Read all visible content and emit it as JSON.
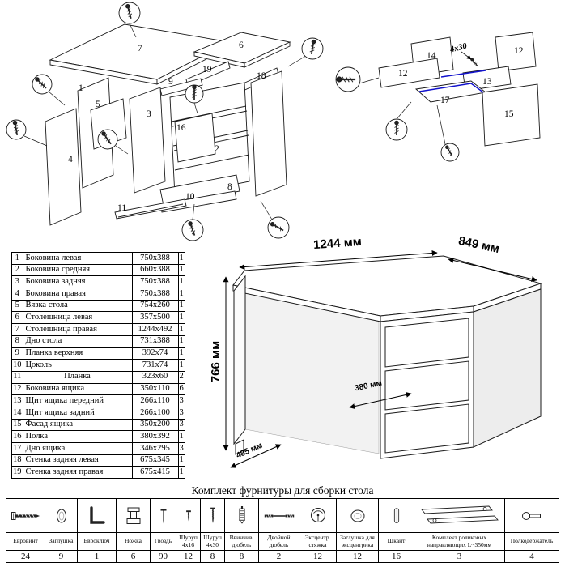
{
  "parts_table": {
    "rows": [
      {
        "num": "1",
        "name": "Боковина левая",
        "size": "750x388",
        "qty": "1"
      },
      {
        "num": "2",
        "name": "Боковина средняя",
        "size": "660x388",
        "qty": "1"
      },
      {
        "num": "3",
        "name": "Боковина задняя",
        "size": "750x388",
        "qty": "1"
      },
      {
        "num": "4",
        "name": "Боковина правая",
        "size": "750x388",
        "qty": "1"
      },
      {
        "num": "5",
        "name": "Вязка стола",
        "size": "754x260",
        "qty": "1"
      },
      {
        "num": "6",
        "name": "Столешница левая",
        "size": "357x500",
        "qty": "1"
      },
      {
        "num": "7",
        "name": "Столешница правая",
        "size": "1244x492",
        "qty": "1"
      },
      {
        "num": "8",
        "name": "Дно стола",
        "size": "731x388",
        "qty": "1"
      },
      {
        "num": "9",
        "name": "Планка верхняя",
        "size": "392x74",
        "qty": "1"
      },
      {
        "num": "10",
        "name": "Цоколь",
        "size": "731x74",
        "qty": "1"
      },
      {
        "num": "11",
        "name": "Планка",
        "size": "323x60",
        "qty": "2"
      },
      {
        "num": "12",
        "name": "Боковина ящика",
        "size": "350x110",
        "qty": "6"
      },
      {
        "num": "13",
        "name": "Щит ящика передний",
        "size": "266x110",
        "qty": "3"
      },
      {
        "num": "14",
        "name": "Щит ящика задний",
        "size": "266x100",
        "qty": "3"
      },
      {
        "num": "15",
        "name": "Фасад ящика",
        "size": "350x200",
        "qty": "3"
      },
      {
        "num": "16",
        "name": "Полка",
        "size": "380x392",
        "qty": "1"
      },
      {
        "num": "17",
        "name": "Дно ящика",
        "size": "346x295",
        "qty": "3"
      },
      {
        "num": "18",
        "name": "Стенка задняя левая",
        "size": "675x345",
        "qty": "1"
      },
      {
        "num": "19",
        "name": "Стенка задняя правая",
        "size": "675x415",
        "qty": "1"
      }
    ]
  },
  "desk_dimensions": {
    "width": "1244 мм",
    "depth": "849 мм",
    "height": "766 мм",
    "inner_depth": "380 мм",
    "left_depth": "485 мм"
  },
  "diagram": {
    "desk_labels": [
      "7",
      "6",
      "19",
      "18",
      "9",
      "1",
      "5",
      "3",
      "16",
      "2",
      "4",
      "8",
      "10",
      "11"
    ],
    "drawer_labels": [
      "14",
      "12",
      "12",
      "13",
      "17",
      "15"
    ],
    "screw_note": "4x30"
  },
  "hardware": {
    "title": "Комплект фурнитуры для сборки стола",
    "items": [
      {
        "label": "Евровинт",
        "qty": "24",
        "icon": "euroscrew-icon"
      },
      {
        "label": "Заглушка",
        "qty": "9",
        "icon": "cap-icon"
      },
      {
        "label": "Евроключ",
        "qty": "1",
        "icon": "hexkey-icon"
      },
      {
        "label": "Ножка",
        "qty": "6",
        "icon": "leg-icon"
      },
      {
        "label": "Гвоздь",
        "qty": "90",
        "icon": "nail-icon"
      },
      {
        "label": "Шуруп 4x16",
        "qty": "12",
        "icon": "screw-short-icon"
      },
      {
        "label": "Шуруп 4x30",
        "qty": "8",
        "icon": "screw-long-icon"
      },
      {
        "label": "Ввинчив. дюбель",
        "qty": "8",
        "icon": "dowel-screw-icon"
      },
      {
        "label": "Двойной дюбель",
        "qty": "2",
        "icon": "double-dowel-icon"
      },
      {
        "label": "Эксцентр. стяжка",
        "qty": "12",
        "icon": "cam-lock-icon"
      },
      {
        "label": "Заглушка для эксцентрика",
        "qty": "12",
        "icon": "cam-cap-icon"
      },
      {
        "label": "Шкант",
        "qty": "16",
        "icon": "wood-dowel-icon"
      },
      {
        "label": "Комплект роликовых направляющих L~350мм",
        "qty": "3",
        "icon": "drawer-slide-icon"
      },
      {
        "label": "Полкодержатель",
        "qty": "4",
        "icon": "shelf-pin-icon"
      }
    ]
  }
}
